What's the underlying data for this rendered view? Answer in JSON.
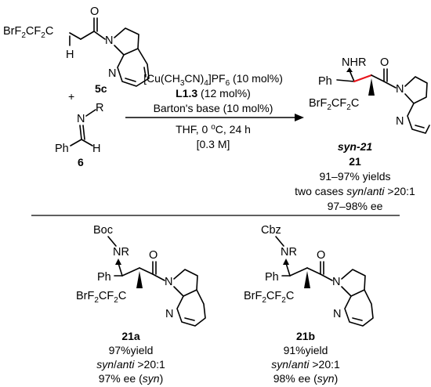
{
  "reactants": {
    "substrate_label": "5c",
    "plus": "+",
    "imine_label": "6",
    "substrate_chain": "BrF2CF2C",
    "atoms": {
      "O": "O",
      "N": "N",
      "H": "H",
      "R": "R",
      "Ph": "Ph"
    }
  },
  "conditions": {
    "catalyst": "[Cu(CH3CN)4]PF6 (10 mol%)",
    "ligand_name": "L1.3",
    "ligand_loading": " (12 mol%)",
    "base": "Barton's base (10 mol%)",
    "solvent_temp_time": "THF, 0 oC, 24 h",
    "concentration": "[0.3 M]"
  },
  "product": {
    "stereo_prefix": "syn",
    "id": "-21",
    "number": "21",
    "yield_text": "91–97% yields",
    "dr_prefix": "two cases ",
    "dr_syn": "syn",
    "dr_slash": "/",
    "dr_anti": "anti",
    "dr_value": " >20:1",
    "ee_text": "97–98% ee",
    "nhr": "NHR"
  },
  "examples": [
    {
      "protecting_group": "Boc",
      "label": "21a",
      "yield": "97%yield",
      "dr_syn": "syn",
      "dr_slash": "/",
      "dr_anti": "anti",
      "dr_value": " >20:1",
      "ee_value": "97% ee (",
      "ee_stereo": "syn",
      "ee_close": ")"
    },
    {
      "protecting_group": "Cbz",
      "label": "21b",
      "yield": "91%yield",
      "dr_syn": "syn",
      "dr_slash": "/",
      "dr_anti": "anti",
      "dr_value": " >20:1",
      "ee_value": "98% ee  (",
      "ee_stereo": "syn",
      "ee_close": ")"
    }
  ],
  "colors": {
    "ink": "#000000",
    "highlight_bond": "#e8141b"
  }
}
